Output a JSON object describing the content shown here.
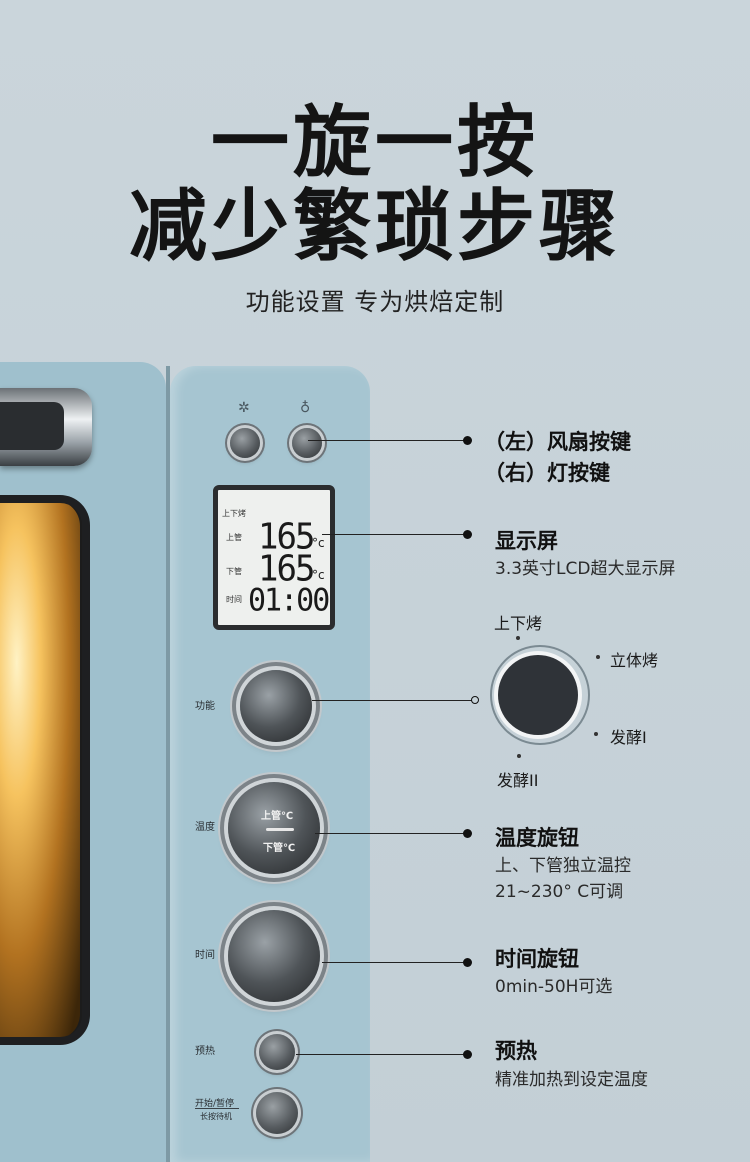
{
  "headline": {
    "line1": "一旋一按",
    "line2": "减少繁琐步骤",
    "subtitle": "功能设置 专为烘焙定制"
  },
  "lcd": {
    "mode": "上下烤",
    "row1_label": "上管",
    "row1_value": "165",
    "row2_label": "下管",
    "row2_value": "165",
    "row3_label": "时间",
    "row3_value": "01:00",
    "unit": "°c"
  },
  "panel": {
    "function_label": "功能",
    "temperature_label": "温度",
    "time_label": "时间",
    "preheat_label": "预热",
    "start_label": "开始/暂停",
    "start_sub": "长按待机",
    "temp_knob_top": "上管℃",
    "temp_knob_bottom": "下管℃"
  },
  "callouts": {
    "fan_light_line1": "（左）风扇按键",
    "fan_light_line2": "（右）灯按键",
    "display_title": "显示屏",
    "display_desc": "3.3英寸LCD超大显示屏",
    "temp_title": "温度旋钮",
    "temp_desc1": "上、下管独立温控",
    "temp_desc2": "21~230° C可调",
    "time_title": "时间旋钮",
    "time_desc": "0min-50H可选",
    "preheat_title": "预热",
    "preheat_desc": "精准加热到设定温度"
  },
  "dial": {
    "top": "上下烤",
    "right_top": "立体烤",
    "right_bottom": "发酵I",
    "bottom": "发酵II"
  },
  "icons": {
    "fan": "fan-icon",
    "light": "light-bulb-icon"
  },
  "colors": {
    "background": "#c6d2d8",
    "oven": "#a6c5d1",
    "text": "#111111"
  }
}
